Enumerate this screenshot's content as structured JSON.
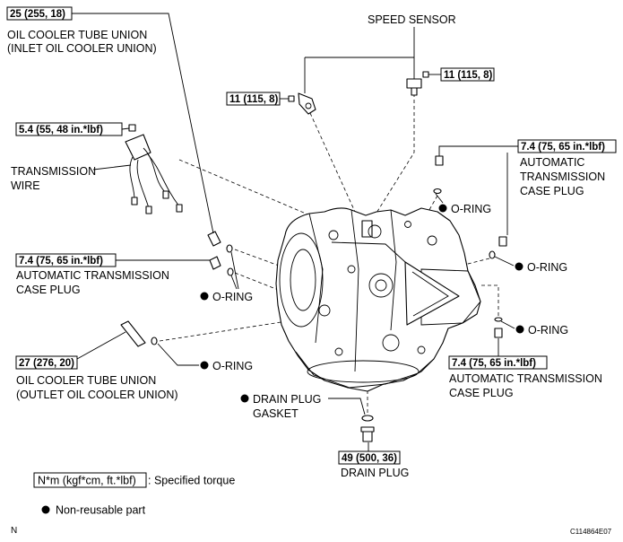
{
  "figure_code": "C114864E07",
  "corner_mark": "N",
  "inlet_union": {
    "torque": "25 (255, 18)",
    "label_line1": "OIL COOLER TUBE UNION",
    "label_line2": "(INLET OIL COOLER UNION)"
  },
  "speed_sensor": {
    "label": "SPEED SENSOR",
    "bolt_torque_right": "11 (115, 8)",
    "bolt_torque_left": "11 (115, 8)"
  },
  "transmission_wire": {
    "torque": "5.4 (55, 48 in.*lbf)",
    "label_line1": "TRANSMISSION",
    "label_line2": "WIRE"
  },
  "case_plug_upper_right": {
    "torque": "7.4 (75, 65 in.*lbf)",
    "label_line1": "AUTOMATIC",
    "label_line2": "TRANSMISSION",
    "label_line3": "CASE PLUG"
  },
  "case_plug_left": {
    "torque": "7.4 (75, 65 in.*lbf)",
    "label_line1": "AUTOMATIC TRANSMISSION",
    "label_line2": "CASE PLUG"
  },
  "outlet_union": {
    "torque": "27 (276, 20)",
    "label_line1": "OIL COOLER TUBE UNION",
    "label_line2": "(OUTLET OIL COOLER UNION)"
  },
  "case_plug_lower_right": {
    "torque": "7.4 (75, 65 in.*lbf)",
    "label_line1": "AUTOMATIC TRANSMISSION",
    "label_line2": "CASE PLUG"
  },
  "o_ring_labels": [
    "O-RING",
    "O-RING",
    "O-RING",
    "O-RING",
    "O-RING"
  ],
  "drain_plug_gasket": {
    "label_line1": "DRAIN PLUG",
    "label_line2": "GASKET"
  },
  "drain_plug": {
    "torque": "49 (500, 36)",
    "label": "DRAIN PLUG"
  },
  "legend": {
    "torque_units": "N*m (kgf*cm, ft.*lbf)",
    "torque_desc": ": Specified torque",
    "non_reusable_desc": "Non-reusable part"
  },
  "colors": {
    "ink": "#000000",
    "paper": "#ffffff"
  }
}
